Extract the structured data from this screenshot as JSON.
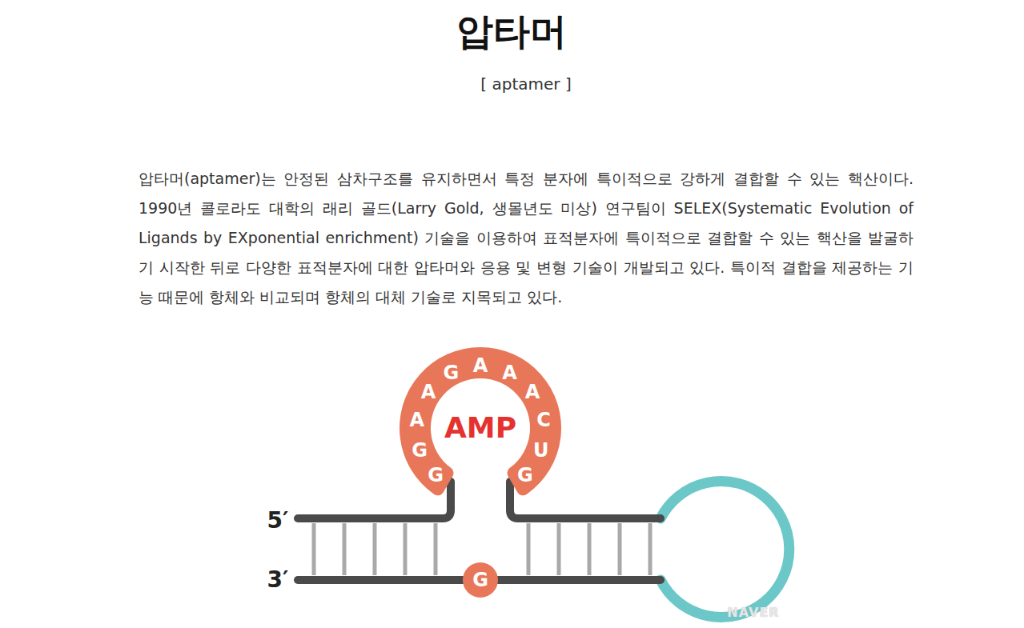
{
  "diagram": {
    "title": "압타머",
    "nodes": [
      {
        "text": [
          "G"
        ]
      }
    ],
    "labels": [
      "[ aptamer ]",
      "압타머(aptamer)는 안정된 삼차구조를 유지하면서 특정 분자에 특이적으로 강하게 결합할 수 있는 핵산이다. 1990년 콜로라도 대학의 래리 골드(Larry Gold, 생몰년도 미상) 연구팀이 SELEX(Systematic Evolution of Ligands by EXponential enrichment) 기술을 이용하여 표적분자에 특이적으로 결합할 수 있는 핵산을 발굴하기 시작한 뒤로 다양한 표적분자에 대한 압타머와 응용 및 변형 기술이 개발되고 있다. 특이적 결합을 제공하는 기능 때문에 항체와 비교되며 항체의 대체 기술로 지목되고 있다.",
      "G",
      "G",
      "A",
      "A",
      "G",
      "A",
      "A",
      "A",
      "C",
      "U",
      "G",
      "AMP",
      "5′",
      "3′",
      "NAVER"
    ]
  }
}
